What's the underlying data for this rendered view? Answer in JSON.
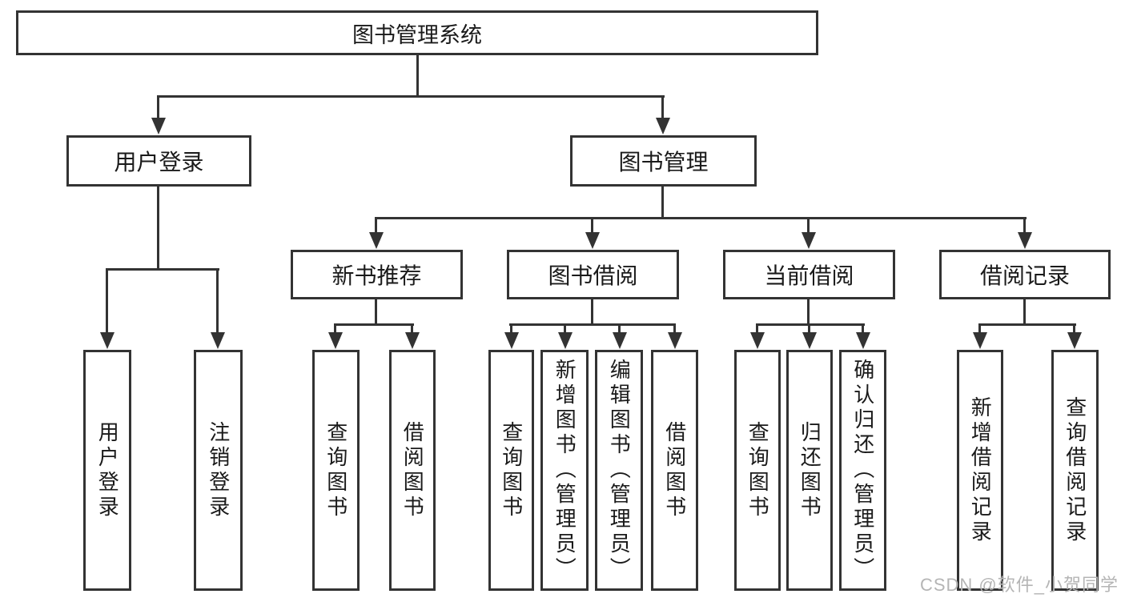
{
  "diagram": {
    "root": {
      "label": "图书管理系统"
    },
    "branches": [
      {
        "label": "用户登录",
        "children": [
          "用户登录",
          "注销登录"
        ]
      },
      {
        "label": "图书管理",
        "sections": [
          {
            "label": "新书推荐",
            "children": [
              "查询图书",
              "借阅图书"
            ]
          },
          {
            "label": "图书借阅",
            "children": [
              "查询图书",
              "新增图书（管理员）",
              "编辑图书（管理员）",
              "借阅图书"
            ]
          },
          {
            "label": "当前借阅",
            "children": [
              "查询图书",
              "归还图书",
              "确认归还（管理员）"
            ]
          },
          {
            "label": "借阅记录",
            "children": [
              "新增借阅记录",
              "查询借阅记录"
            ]
          }
        ]
      }
    ]
  },
  "watermark": {
    "text": "CSDN @软件_小贺同学"
  },
  "colors": {
    "line": "#333333",
    "text": "#1a1a1a",
    "box_background": "#ffffff",
    "page_background": "#ffffff",
    "watermark": "#b5b5b5"
  }
}
